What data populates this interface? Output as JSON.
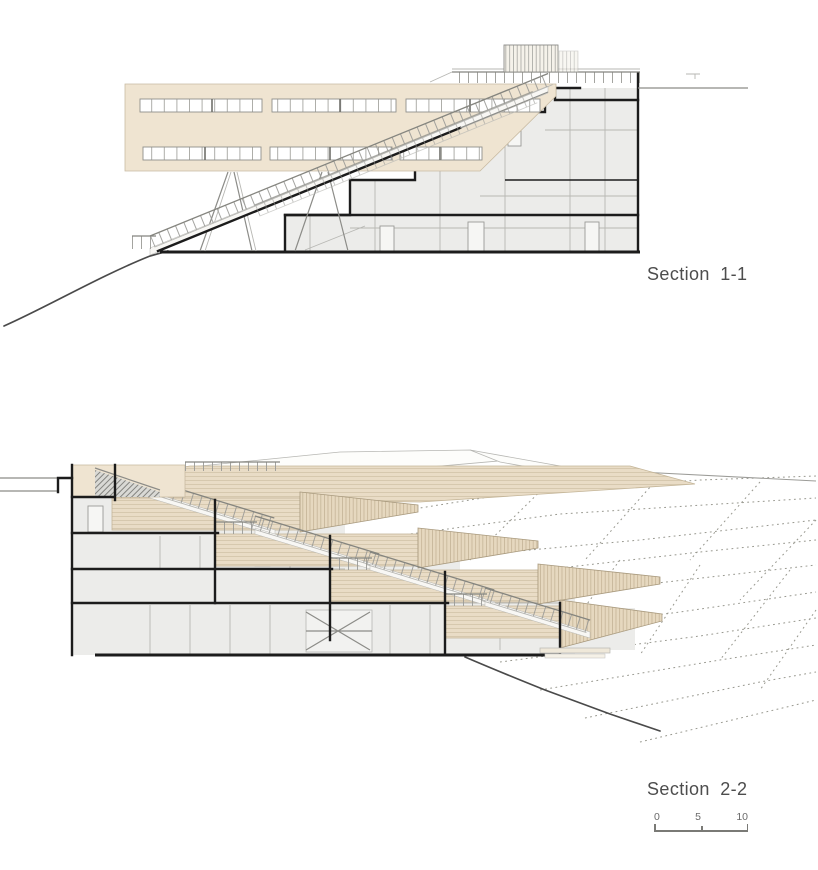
{
  "sections": [
    {
      "id": "section-1-1",
      "label": "Section 1-1"
    },
    {
      "id": "section-2-2",
      "label": "Section 2-2"
    }
  ],
  "scale_bar": {
    "ticks": [
      "0",
      "5",
      "10"
    ]
  },
  "colors": {
    "background": "#ffffff",
    "beige": "#efe4d1",
    "deck_beige": "#e9dcc6",
    "deck_hatch": "#d2c3a8",
    "slat_hatch": "#bfae90",
    "gray_fill": "#ececea",
    "cut_line": "#1c1c1c",
    "mid_line": "#8c8c88",
    "light_line": "#b7b7b3",
    "terrain_line": "#4a4a4a",
    "label_text": "#4d4d4d",
    "scale_text": "#6a6a6a"
  }
}
